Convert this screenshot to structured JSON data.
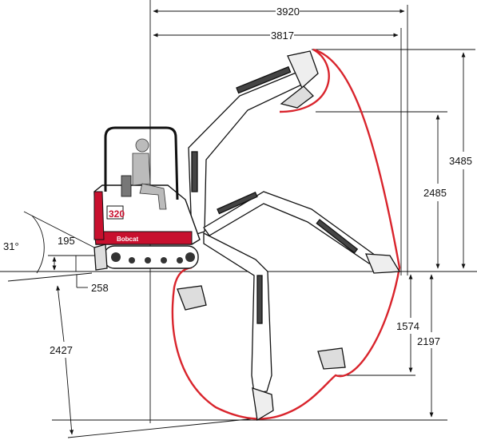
{
  "dimensions": {
    "reach_max": "3920",
    "reach_ground": "3817",
    "dump_height": "2485",
    "dig_height": "3485",
    "dig_depth_vertical_wall": "1574",
    "dig_depth_max": "2197",
    "dig_depth_blade": "2427",
    "blade_lift": "195",
    "blade_drop": "258",
    "approach_angle": "31°"
  },
  "machine": {
    "model": "320",
    "brand": "Bobcat"
  },
  "colors": {
    "envelope": "#d9242c",
    "cab_red": "#c8102e",
    "outline": "#111111"
  }
}
